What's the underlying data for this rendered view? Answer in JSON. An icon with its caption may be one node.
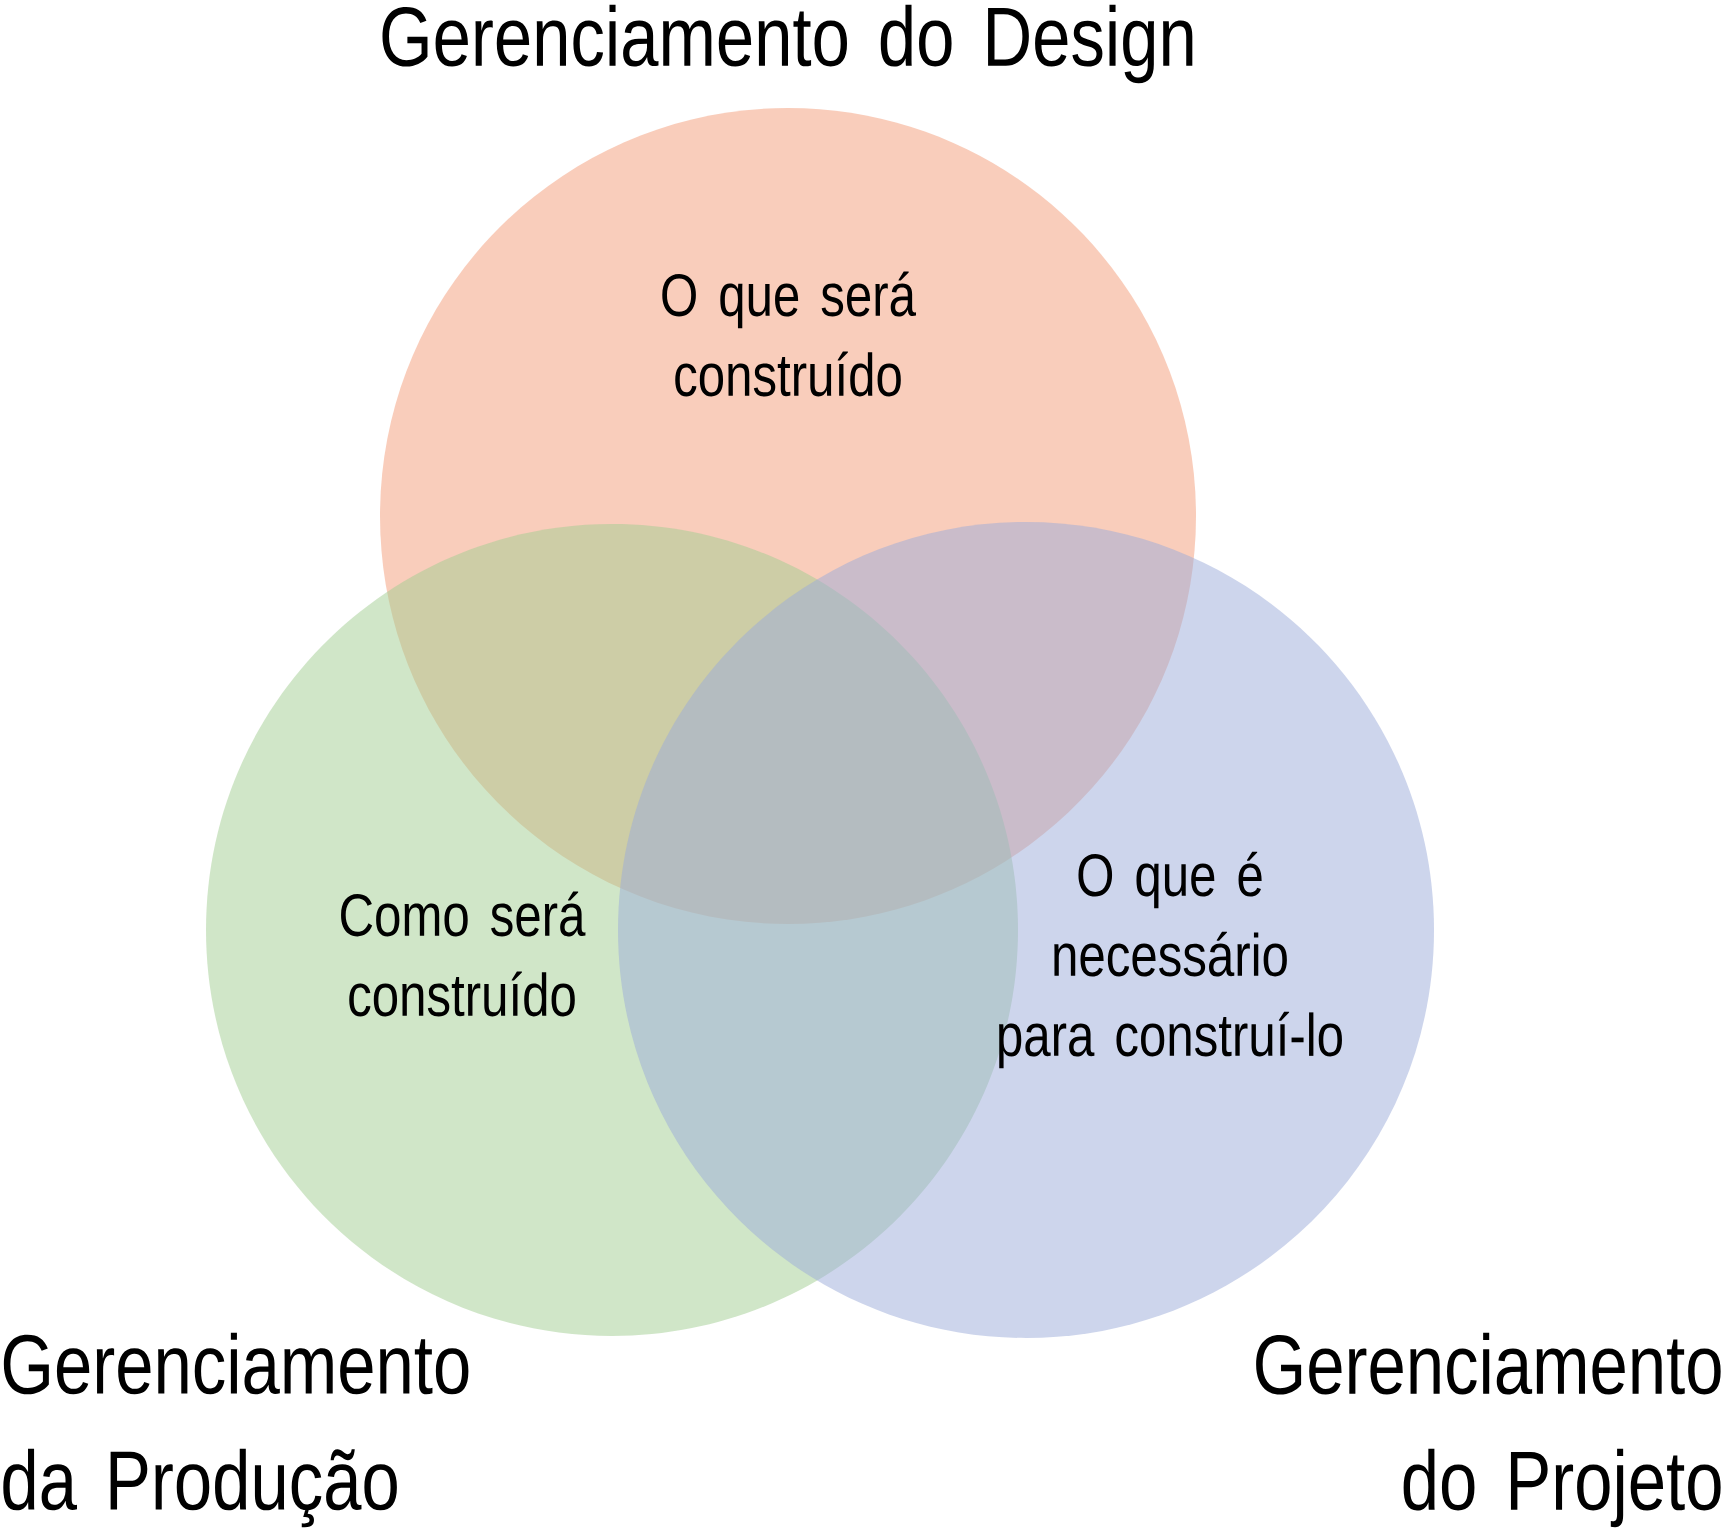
{
  "diagram": {
    "nodes": [
      {
        "text": [
          "Gerenciamento do Design",
          "O que será construído"
        ]
      },
      {
        "text": [
          "Como será construído",
          "Gerenciamento da Produção"
        ]
      },
      {
        "text": [
          "O que é necessário para construí-lo",
          "Gerenciamento do Projeto"
        ]
      }
    ]
  }
}
